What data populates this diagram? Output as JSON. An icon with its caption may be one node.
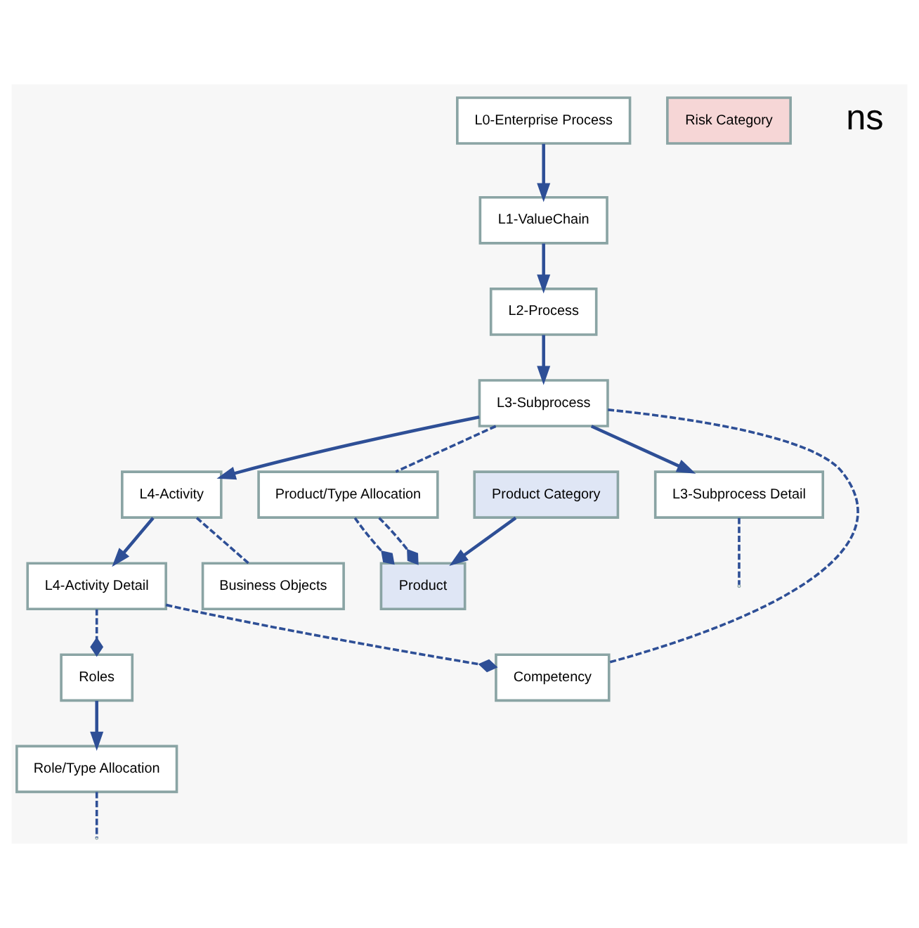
{
  "diagram": {
    "nodes": [
      {
        "text": [
          "L0-Enterprise Process"
        ]
      },
      {
        "text": [
          "L1-ValueChain"
        ]
      },
      {
        "text": [
          "L2-Process"
        ]
      },
      {
        "text": [
          "L3-Subprocess"
        ]
      },
      {
        "text": [
          "L4-Activity"
        ]
      },
      {
        "text": [
          "Product Category"
        ]
      },
      {
        "text": [
          "Product"
        ]
      },
      {
        "text": [
          "Risk Category"
        ]
      },
      {
        "text": [
          "Product/Type Allocation"
        ]
      },
      {
        "text": [
          "L3-Subprocess Detail"
        ]
      },
      {
        "text": [
          "Competency"
        ]
      },
      {
        "text": [
          "L4-Activity Detail"
        ]
      },
      {
        "text": [
          "Roles"
        ]
      },
      {
        "text": [
          "Role/Type Allocation"
        ]
      },
      {
        "text": [
          "Business Objects"
        ]
      }
    ],
    "edges": [
      {
        "from": 0,
        "to": 1,
        "arrow": "to"
      },
      {
        "from": 1,
        "to": 2,
        "arrow": "to"
      },
      {
        "from": 2,
        "to": 3,
        "arrow": "to"
      },
      {
        "from": 3,
        "to": 4,
        "arrow": "to"
      },
      {
        "from": 5,
        "to": 6,
        "arrow": "to"
      },
      {
        "from": 3,
        "to": 9,
        "arrow": "to"
      },
      {
        "from": 4,
        "to": 11,
        "arrow": "to"
      },
      {
        "from": 12,
        "to": 13,
        "arrow": "to"
      },
      {
        "from": 8,
        "to": 6,
        "arrow": "other",
        "style": "dashed"
      },
      {
        "from": 8,
        "to": 6,
        "arrow": "other",
        "style": "dashed"
      },
      {
        "from": 3,
        "to": 8,
        "arrow": "none",
        "style": "dashed"
      },
      {
        "from": 3,
        "to": 10,
        "arrow": "none",
        "style": "dashed"
      },
      {
        "from": 11,
        "to": 10,
        "arrow": "other",
        "style": "dashed"
      },
      {
        "from": 11,
        "to": 12,
        "arrow": "other",
        "style": "dashed"
      },
      {
        "from": 4,
        "to": 14,
        "arrow": "none",
        "style": "dashed"
      },
      {
        "from": 9,
        "to": null,
        "arrow": "none",
        "style": "dashed"
      },
      {
        "from": 13,
        "to": null,
        "arrow": "none",
        "style": "dashed"
      }
    ],
    "labels": [
      "ns"
    ]
  }
}
